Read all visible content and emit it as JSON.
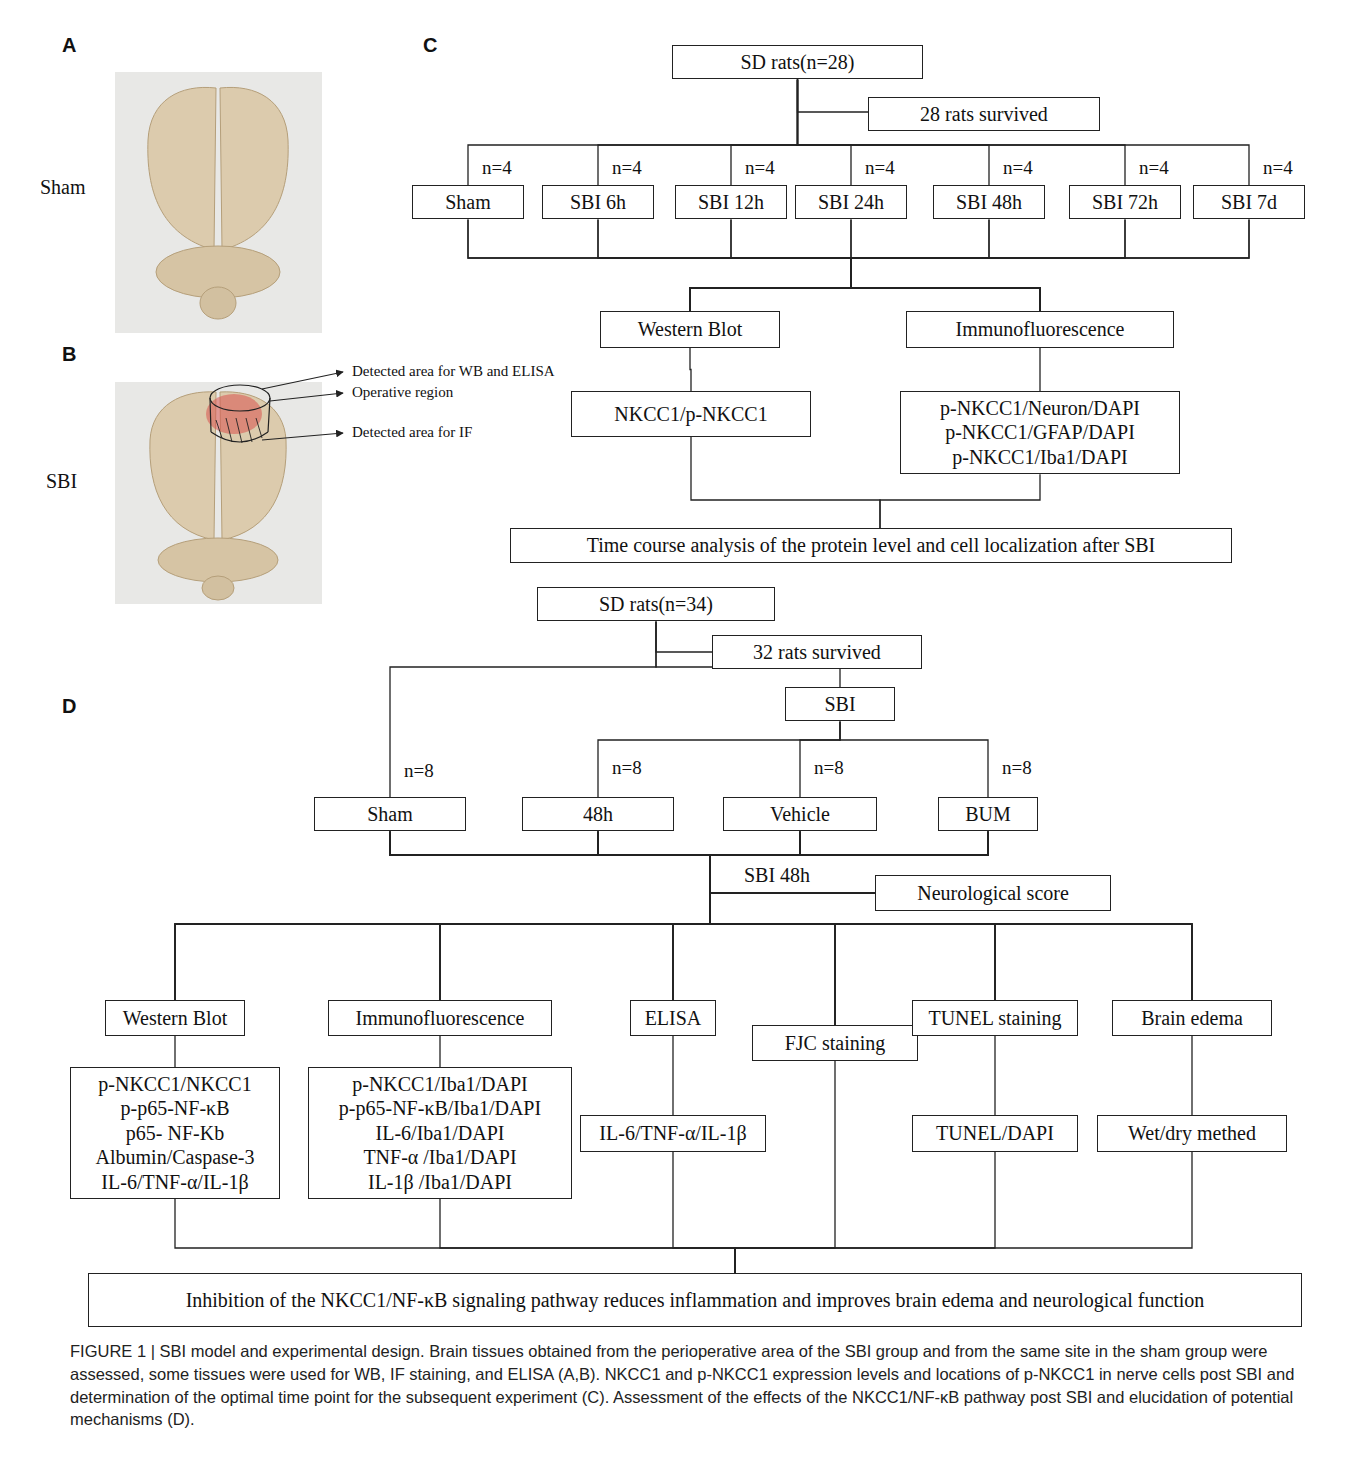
{
  "diagram": {
    "caption": "FIGURE 1 | SBI model and experimental design. Brain tissues obtained from the perioperative area of the SBI group and from the same site in the sham group were assessed, some tissues were used for WB, IF staining, and ELISA (A,B). NKCC1 and p-NKCC1 expression levels and locations of p-NKCC1 in nerve cells post SBI and determination of the optimal time point for the subsequent experiment (C). Assessment of the effects of the NKCC1/NF-κB pathway post SBI and elucidation of potential mechanisms (D).",
    "nodes": [
      {
        "text": [
          "SD rats(n=28)"
        ]
      },
      {
        "text": [
          "28 rats survived"
        ]
      },
      {
        "text": [
          "Sham"
        ]
      },
      {
        "text": [
          "SBI 6h"
        ]
      },
      {
        "text": [
          "SBI 12h"
        ]
      },
      {
        "text": [
          "SBI 24h"
        ]
      },
      {
        "text": [
          "SBI 48h"
        ]
      },
      {
        "text": [
          "SBI 72h"
        ]
      },
      {
        "text": [
          "SBI 7d"
        ]
      },
      {
        "text": [
          "Western Blot"
        ]
      },
      {
        "text": [
          "Immunofluorescence"
        ]
      },
      {
        "text": [
          "NKCC1/p-NKCC1"
        ]
      },
      {
        "text": [
          "p-NKCC1/Neuron/DAPI",
          "p-NKCC1/GFAP/DAPI",
          "p-NKCC1/Iba1/DAPI"
        ]
      },
      {
        "text": [
          "Time course analysis of the protein level and cell localization after SBI"
        ]
      },
      {
        "text": [
          "SD rats(n=34)"
        ]
      },
      {
        "text": [
          "32 rats survived"
        ]
      },
      {
        "text": [
          "SBI"
        ]
      },
      {
        "text": [
          "Sham"
        ]
      },
      {
        "text": [
          "48h"
        ]
      },
      {
        "text": [
          "Vehicle"
        ]
      },
      {
        "text": [
          "BUM"
        ]
      },
      {
        "text": [
          "Neurological score"
        ]
      },
      {
        "text": [
          "Western Blot"
        ]
      },
      {
        "text": [
          "Immunofluorescence"
        ]
      },
      {
        "text": [
          "ELISA"
        ]
      },
      {
        "text": [
          "FJC staining"
        ]
      },
      {
        "text": [
          "TUNEL staining"
        ]
      },
      {
        "text": [
          "Brain edema"
        ]
      },
      {
        "text": [
          "p-NKCC1/NKCC1",
          "p-p65-NF-κB",
          "p65- NF-Kb",
          "Albumin/Caspase-3",
          "IL-6/TNF-α/IL-1β"
        ]
      },
      {
        "text": [
          "p-NKCC1/Iba1/DAPI",
          "p-p65-NF-κB/Iba1/DAPI",
          "IL-6/Iba1/DAPI",
          "TNF-α /Iba1/DAPI",
          "IL-1β /Iba1/DAPI"
        ]
      },
      {
        "text": [
          "IL-6/TNF-α/IL-1β"
        ]
      },
      {
        "text": [
          "TUNEL/DAPI"
        ]
      },
      {
        "text": [
          "Wet/dry methed"
        ]
      },
      {
        "text": [
          "Inhibition of the NKCC1/NF-κB signaling pathway reduces inflammation and improves brain edema and neurological function"
        ]
      }
    ],
    "edges": [
      {
        "from": 0,
        "to": 1,
        "arrow": "none"
      },
      {
        "from": 0,
        "to": 2,
        "arrow": "none"
      },
      {
        "from": 0,
        "to": 3,
        "arrow": "none"
      },
      {
        "from": 0,
        "to": 4,
        "arrow": "none"
      },
      {
        "from": 0,
        "to": 5,
        "arrow": "none"
      },
      {
        "from": 0,
        "to": 6,
        "arrow": "none"
      },
      {
        "from": 0,
        "to": 7,
        "arrow": "none"
      },
      {
        "from": 0,
        "to": 8,
        "arrow": "none"
      },
      {
        "from": 2,
        "to": 9,
        "arrow": "none"
      },
      {
        "from": 3,
        "to": 9,
        "arrow": "none"
      },
      {
        "from": 4,
        "to": 9,
        "arrow": "none"
      },
      {
        "from": 5,
        "to": 9,
        "arrow": "none"
      },
      {
        "from": 6,
        "to": 9,
        "arrow": "none"
      },
      {
        "from": 7,
        "to": 9,
        "arrow": "none"
      },
      {
        "from": 8,
        "to": 9,
        "arrow": "none"
      },
      {
        "from": 2,
        "to": 10,
        "arrow": "none"
      },
      {
        "from": 3,
        "to": 10,
        "arrow": "none"
      },
      {
        "from": 4,
        "to": 10,
        "arrow": "none"
      },
      {
        "from": 5,
        "to": 10,
        "arrow": "none"
      },
      {
        "from": 6,
        "to": 10,
        "arrow": "none"
      },
      {
        "from": 7,
        "to": 10,
        "arrow": "none"
      },
      {
        "from": 8,
        "to": 10,
        "arrow": "none"
      },
      {
        "from": 9,
        "to": 11,
        "arrow": "none"
      },
      {
        "from": 10,
        "to": 12,
        "arrow": "none"
      },
      {
        "from": 11,
        "to": 13,
        "arrow": "none"
      },
      {
        "from": 12,
        "to": 13,
        "arrow": "none"
      },
      {
        "from": 14,
        "to": 15,
        "arrow": "none"
      },
      {
        "from": 14,
        "to": 16,
        "arrow": "none"
      },
      {
        "from": 14,
        "to": 17,
        "arrow": "none"
      },
      {
        "from": 16,
        "to": 18,
        "arrow": "none"
      },
      {
        "from": 16,
        "to": 19,
        "arrow": "none"
      },
      {
        "from": 16,
        "to": 20,
        "arrow": "none"
      },
      {
        "from": 17,
        "to": 21,
        "arrow": "none"
      },
      {
        "from": 18,
        "to": 21,
        "arrow": "none"
      },
      {
        "from": 19,
        "to": 21,
        "arrow": "none"
      },
      {
        "from": 20,
        "to": 21,
        "arrow": "none"
      },
      {
        "from": 17,
        "to": 22,
        "arrow": "none"
      },
      {
        "from": 18,
        "to": 22,
        "arrow": "none"
      },
      {
        "from": 19,
        "to": 22,
        "arrow": "none"
      },
      {
        "from": 20,
        "to": 22,
        "arrow": "none"
      },
      {
        "from": 17,
        "to": 23,
        "arrow": "none"
      },
      {
        "from": 18,
        "to": 23,
        "arrow": "none"
      },
      {
        "from": 19,
        "to": 23,
        "arrow": "none"
      },
      {
        "from": 20,
        "to": 23,
        "arrow": "none"
      },
      {
        "from": 17,
        "to": 24,
        "arrow": "none"
      },
      {
        "from": 18,
        "to": 24,
        "arrow": "none"
      },
      {
        "from": 19,
        "to": 24,
        "arrow": "none"
      },
      {
        "from": 20,
        "to": 24,
        "arrow": "none"
      },
      {
        "from": 17,
        "to": 25,
        "arrow": "none"
      },
      {
        "from": 18,
        "to": 25,
        "arrow": "none"
      },
      {
        "from": 19,
        "to": 25,
        "arrow": "none"
      },
      {
        "from": 20,
        "to": 25,
        "arrow": "none"
      },
      {
        "from": 17,
        "to": 26,
        "arrow": "none"
      },
      {
        "from": 18,
        "to": 26,
        "arrow": "none"
      },
      {
        "from": 19,
        "to": 26,
        "arrow": "none"
      },
      {
        "from": 20,
        "to": 26,
        "arrow": "none"
      },
      {
        "from": 17,
        "to": 27,
        "arrow": "none"
      },
      {
        "from": 18,
        "to": 27,
        "arrow": "none"
      },
      {
        "from": 19,
        "to": 27,
        "arrow": "none"
      },
      {
        "from": 20,
        "to": 27,
        "arrow": "none"
      },
      {
        "from": 22,
        "to": 28,
        "arrow": "none"
      },
      {
        "from": 23,
        "to": 29,
        "arrow": "none"
      },
      {
        "from": 24,
        "to": 30,
        "arrow": "none"
      },
      {
        "from": 26,
        "to": 31,
        "arrow": "none"
      },
      {
        "from": 27,
        "to": 32,
        "arrow": "none"
      },
      {
        "from": 28,
        "to": 33,
        "arrow": "none"
      },
      {
        "from": 29,
        "to": 33,
        "arrow": "none"
      },
      {
        "from": 30,
        "to": 33,
        "arrow": "none"
      },
      {
        "from": 25,
        "to": 33,
        "arrow": "none"
      },
      {
        "from": 31,
        "to": 33,
        "arrow": "none"
      },
      {
        "from": 32,
        "to": 33,
        "arrow": "none"
      }
    ],
    "labels": [
      "A",
      "B",
      "C",
      "D",
      "Sham",
      "SBI",
      "Detected area for WB and ELISA",
      "Operative region",
      "Detected area for IF",
      "n=4",
      "n=4",
      "n=4",
      "n=4",
      "n=4",
      "n=4",
      "n=4",
      "n=8",
      "n=8",
      "n=8",
      "n=8",
      "SBI 48h"
    ]
  }
}
